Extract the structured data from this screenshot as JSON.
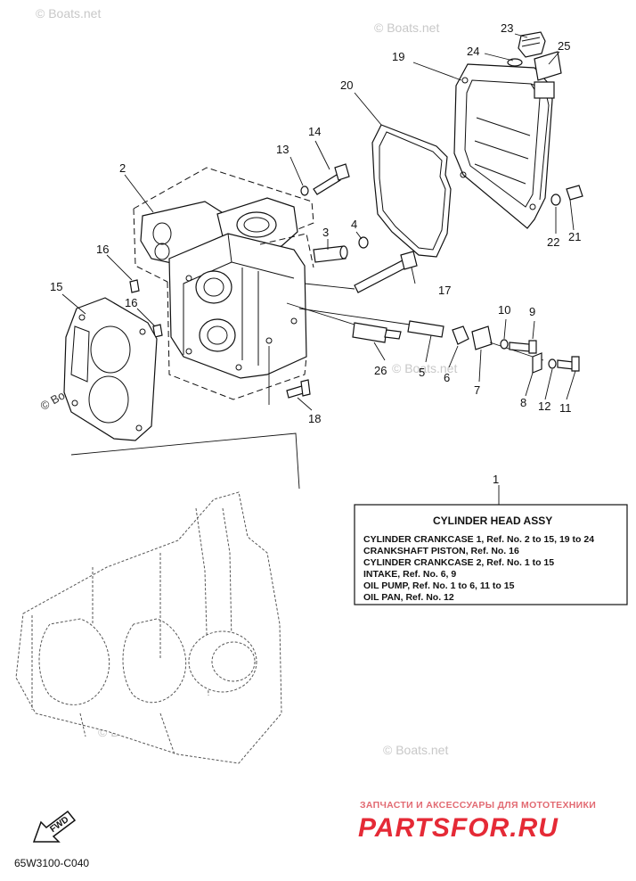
{
  "watermark": "© Boats.net",
  "callouts": [
    {
      "n": "1"
    },
    {
      "n": "2"
    },
    {
      "n": "3"
    },
    {
      "n": "4"
    },
    {
      "n": "5"
    },
    {
      "n": "6"
    },
    {
      "n": "7"
    },
    {
      "n": "8"
    },
    {
      "n": "9"
    },
    {
      "n": "10"
    },
    {
      "n": "11"
    },
    {
      "n": "12"
    },
    {
      "n": "13"
    },
    {
      "n": "14"
    },
    {
      "n": "15"
    },
    {
      "n": "16"
    },
    {
      "n": "16"
    },
    {
      "n": "17"
    },
    {
      "n": "18"
    },
    {
      "n": "19"
    },
    {
      "n": "20"
    },
    {
      "n": "21"
    },
    {
      "n": "22"
    },
    {
      "n": "23"
    },
    {
      "n": "24"
    },
    {
      "n": "25"
    },
    {
      "n": "26"
    }
  ],
  "assy_box": {
    "title": "CYLINDER HEAD ASSY",
    "lines": [
      "CYLINDER CRANKCASE 1,  Ref. No. 2 to 15, 19 to 24",
      "CRANKSHAFT PISTON,  Ref. No. 16",
      "CYLINDER CRANKCASE 2,  Ref. No. 1 to 15",
      "INTAKE,  Ref. No. 6, 9",
      "OIL PUMP,  Ref. No. 1 to 6, 11 to 15",
      "OIL PAN,  Ref. No. 12"
    ]
  },
  "fwd_label": "FWD",
  "diagram_code": "65W3100-C040",
  "brand": {
    "tagline": "ЗАПЧАСТИ И АКСЕССУАРЫ ДЛЯ МОТОТЕХНИКИ",
    "logo": "PARTSFOR.RU"
  },
  "colors": {
    "line": "#111111",
    "watermark": "#c8c8c8",
    "brand_red": "#e52a36"
  }
}
